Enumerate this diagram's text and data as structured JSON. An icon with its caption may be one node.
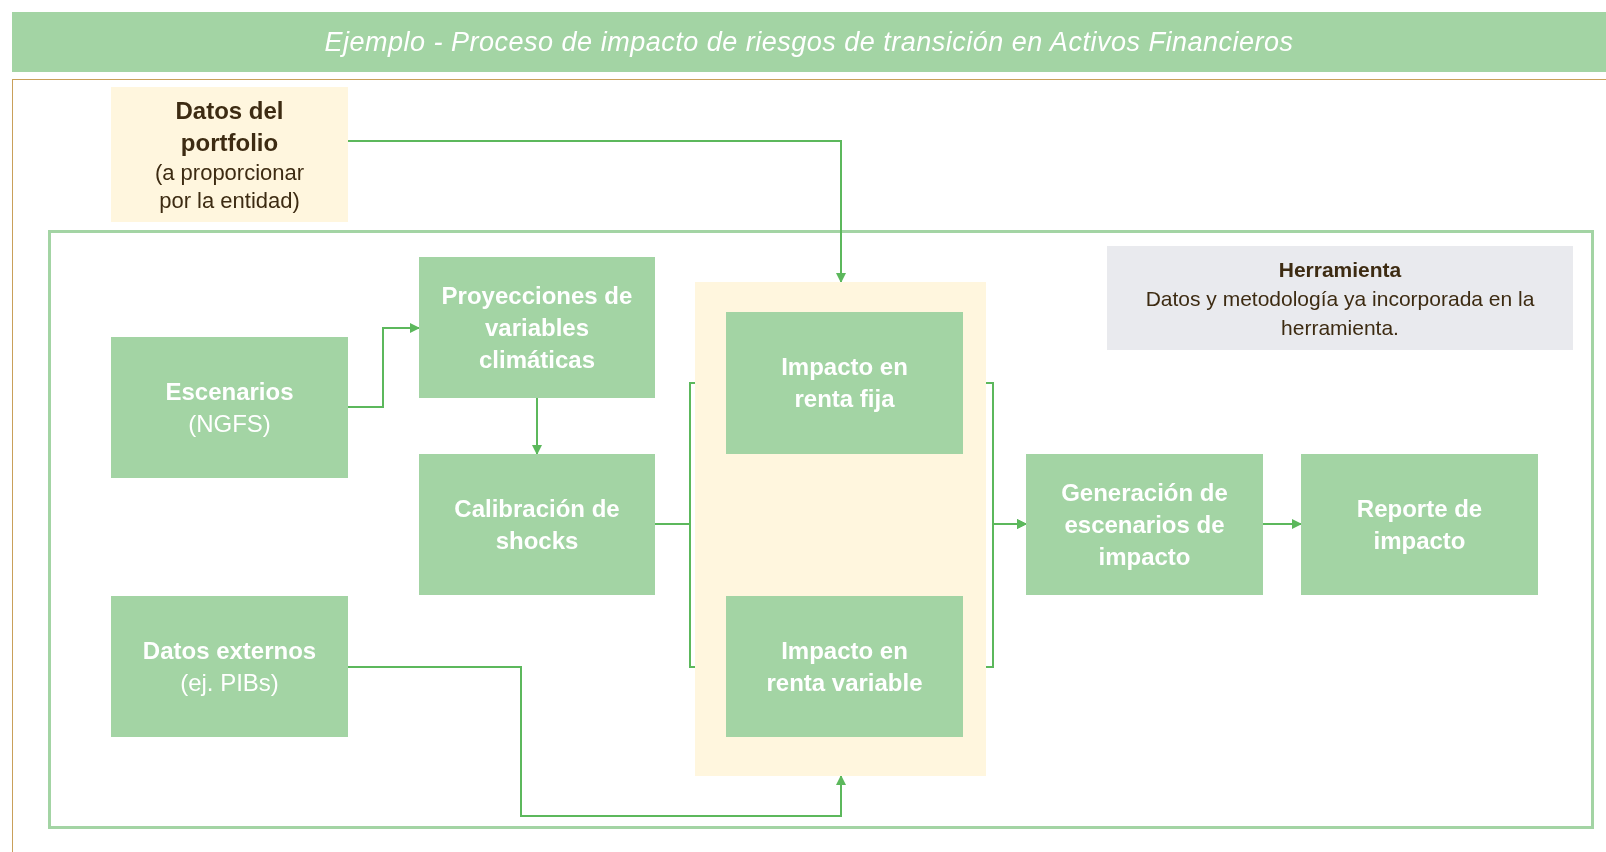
{
  "diagram": {
    "title": "Ejemplo - Proceso de impacto de riesgos de transición en Activos Financieros",
    "nodes": [
      {
        "text": [
          "Datos del portfolio",
          "(a proporcionar por la entidad)"
        ]
      },
      {
        "text": [
          "Herramienta",
          "Datos y metodología ya incorporada en la herramienta."
        ]
      },
      {
        "text": [
          "Escenarios",
          "(NGFS)"
        ]
      },
      {
        "text": [
          "Proyecciones de variables climáticas"
        ]
      },
      {
        "text": [
          "Calibración de shocks"
        ]
      },
      {
        "text": [
          "Datos externos",
          "(ej. PIBs)"
        ]
      },
      {
        "text": [],
        "shape": "box"
      },
      {
        "text": [
          "Impacto en renta fija"
        ],
        "in": 6
      },
      {
        "text": [
          "Impacto en renta variable"
        ],
        "in": 6
      },
      {
        "text": [
          "Generación de escenarios de impacto"
        ]
      },
      {
        "text": [
          "Reporte de impacto"
        ]
      }
    ],
    "edges": [
      {
        "from": 0,
        "to": 6,
        "arrow": "to"
      },
      {
        "from": 2,
        "to": 3,
        "arrow": "to"
      },
      {
        "from": 3,
        "to": 4,
        "arrow": "to"
      },
      {
        "from": 4,
        "to": 7,
        "arrow": "to"
      },
      {
        "from": 4,
        "to": 8,
        "arrow": "to"
      },
      {
        "from": 7,
        "to": 9,
        "arrow": "to"
      },
      {
        "from": 8,
        "to": 9,
        "arrow": "to"
      },
      {
        "from": 9,
        "to": 10,
        "arrow": "to"
      },
      {
        "from": 5,
        "to": 6,
        "arrow": "to"
      }
    ]
  }
}
